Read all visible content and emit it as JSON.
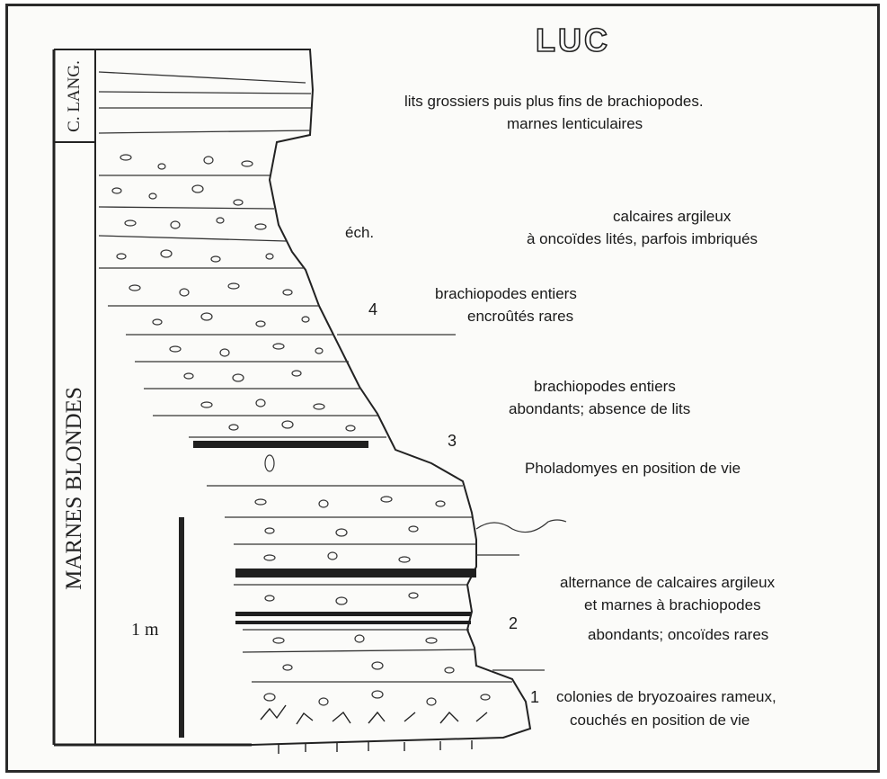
{
  "title": "LUC",
  "units": {
    "c_lang": "C. LANG.",
    "marnes_blondes": "MARNES BLONDES"
  },
  "scale": {
    "label": "1 m",
    "length_m": 1
  },
  "level_numbers": [
    "1",
    "2",
    "3",
    "4"
  ],
  "sample_label": "éch.",
  "annotations": {
    "top_1": "lits grossiers puis plus fins de brachiopodes.",
    "top_2": "marnes lenticulaires",
    "calc_1": "calcaires argileux",
    "calc_2": "à oncoïdes lités, parfois imbriqués",
    "brach4_1": "brachiopodes entiers",
    "brach4_2": "encroûtés rares",
    "brach3_1": "brachiopodes entiers",
    "brach3_2": "abondants; absence de lits",
    "pholad": "Pholadomyes en position de vie",
    "alt_1": "alternance de calcaires argileux",
    "alt_2": "et marnes à brachiopodes",
    "alt_3": "abondants; oncoïdes rares",
    "bryo_1": "colonies de bryozoaires rameux,",
    "bryo_2": "couchés en position de vie"
  }
}
